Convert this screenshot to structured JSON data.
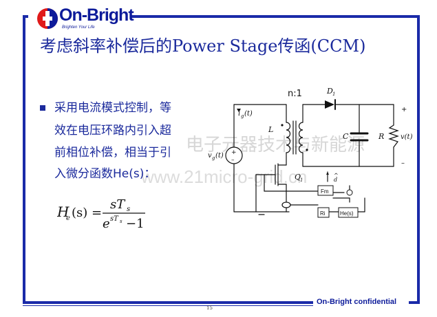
{
  "logo": {
    "name": "On-Bright",
    "tagline": "Brighten Your Life"
  },
  "slide": {
    "title": "考虑斜率补偿后的Power Stage传函(CCM)",
    "bullet_lines": [
      "采用电流模式控制，等",
      "效在电压环路内引入超",
      "前相位补偿，相当于引",
      "入微分函数He(s)："
    ]
  },
  "formula": {
    "lhs_symbol": "H",
    "lhs_sub": "e",
    "lhs_arg": "(s) =",
    "numerator": "sT",
    "numerator_sub": "s",
    "denominator_base": "e",
    "denominator_exp": "sT",
    "denominator_exp_sub": "s",
    "denominator_tail": "−1"
  },
  "circuit": {
    "transformer_ratio": "n:1",
    "diode": "D",
    "diode_sub": "1",
    "input_current": "i",
    "input_current_sub": "g",
    "input_current_arg": "(t)",
    "inductor": "L",
    "source_label": "v",
    "source_sub": "g",
    "source_arg": "(t)",
    "capacitor": "C",
    "resistor": "R",
    "output_voltage": "v(t)",
    "plus": "+",
    "minus": "–",
    "switch": "Q",
    "switch_sub": "1",
    "block_fm": "Fm",
    "block_ri": "Ri",
    "block_he": "He(s)",
    "duty": "d",
    "duty_hat": "^"
  },
  "watermark": {
    "line1": "电子元器技术与新能源",
    "line2": "www.21micro-grid.cn"
  },
  "footer": {
    "confidential": "On-Bright confidential",
    "page": "15"
  },
  "colors": {
    "accent": "#1a2aa8",
    "logo_red": "#e01a1a"
  }
}
